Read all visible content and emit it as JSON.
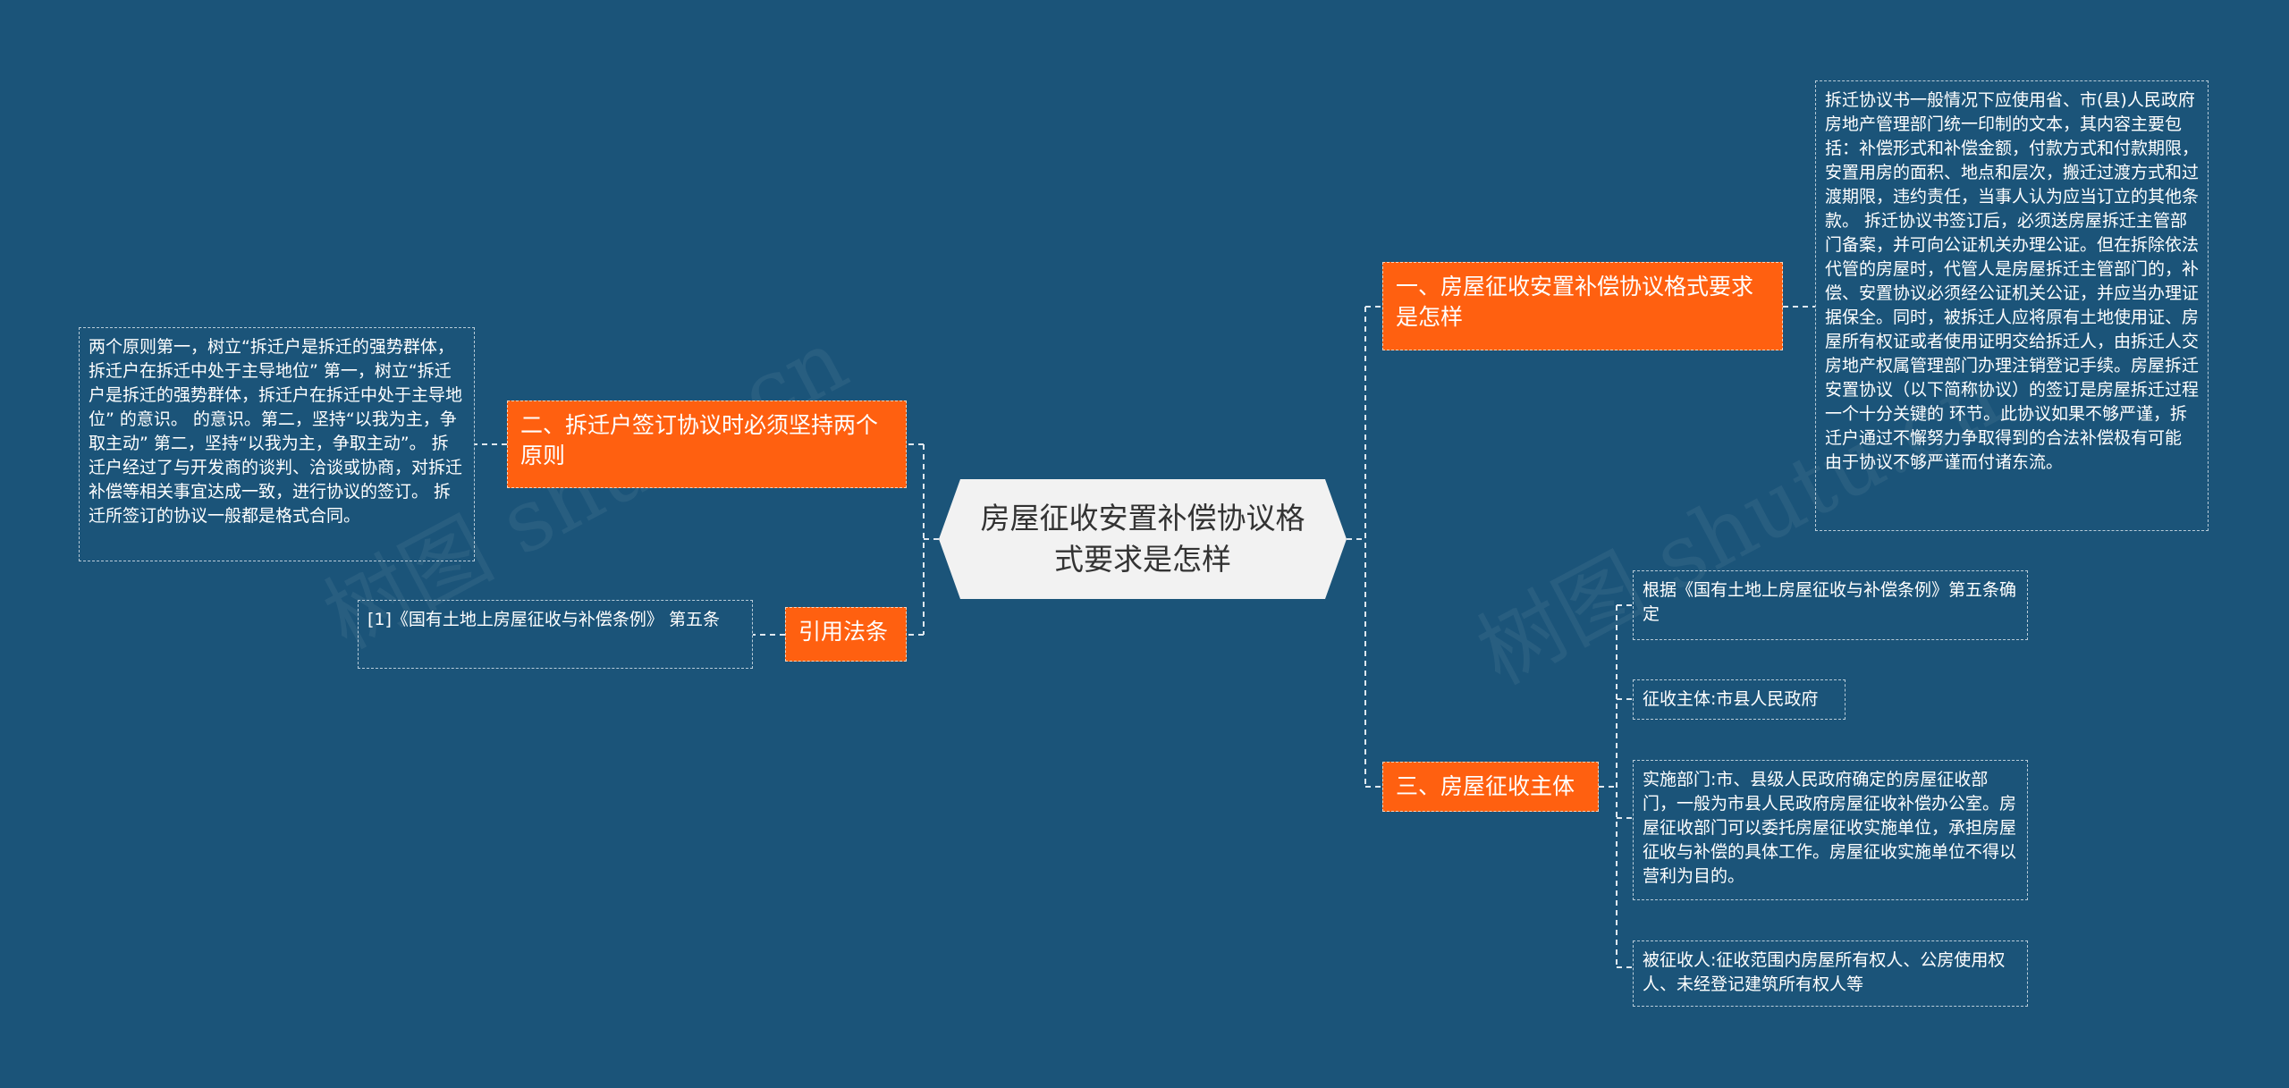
{
  "center": {
    "title": "房屋征收安置补偿协议格式要求是怎样"
  },
  "branches": {
    "b1": {
      "label": "一、房屋征收安置补偿协议格式要求是怎样"
    },
    "b2": {
      "label": "二、拆迁户签订协议时必须坚持两个原则"
    },
    "b3": {
      "label": "引用法条"
    },
    "b4": {
      "label": "三、房屋征收主体"
    }
  },
  "leaves": {
    "b1_detail": "拆迁协议书一般情况下应使用省、市(县)人民政府房地产管理部门统一印制的文本，其内容主要包括：补偿形式和补偿金额，付款方式和付款期限，安置用房的面积、地点和层次，搬迁过渡方式和过渡期限，违约责任，当事人认为应当订立的其他条款。 拆迁协议书签订后，必须送房屋拆迁主管部门备案，并可向公证机关办理公证。但在拆除依法代管的房屋时，代管人是房屋拆迁主管部门的，补偿、安置协议必须经公证机关公证，并应当办理证据保全。同时，被拆迁人应将原有土地使用证、房屋所有权证或者使用证明交给拆迁人，由拆迁人交房地产权属管理部门办理注销登记手续。房屋拆迁安置协议（以下简称协议）的签订是房屋拆迁过程一个十分关键的 环节。此协议如果不够严谨，拆迁户通过不懈努力争取得到的合法补偿极有可能 由于协议不够严谨而付诸东流。",
    "b2_detail": "两个原则第一，树立“拆迁户是拆迁的强势群体，拆迁户在拆迁中处于主导地位” 第一，树立“拆迁户是拆迁的强势群体，拆迁户在拆迁中处于主导地位” 的意识。 的意识。第二，坚持“以我为主，争取主动” 第二，坚持“以我为主，争取主动”。 拆迁户经过了与开发商的谈判、洽谈或协商，对拆迁补偿等相关事宜达成一致，进行协议的签订。 拆迁所签订的协议一般都是格式合同。",
    "b3_detail": "[1]《国有土地上房屋征收与补偿条例》 第五条",
    "b4_items": [
      "根据《国有土地上房屋征收与补偿条例》第五条确定",
      "征收主体:市县人民政府",
      "实施部门:市、县级人民政府确定的房屋征收部门，一般为市县人民政府房屋征收补偿办公室。房屋征收部门可以委托房屋征收实施单位，承担房屋征收与补偿的具体工作。房屋征收实施单位不得以营利为目的。",
      "被征收人:征收范围内房屋所有权人、公房使用权人、未经登记建筑所有权人等"
    ]
  },
  "watermarks": [
    "树图 shutu.cn",
    "树图 shutu.cn"
  ],
  "colors": {
    "background": "#1b5479",
    "branch": "#ff6010",
    "center": "#f2f2f2",
    "connector": "#dfe8ef"
  }
}
